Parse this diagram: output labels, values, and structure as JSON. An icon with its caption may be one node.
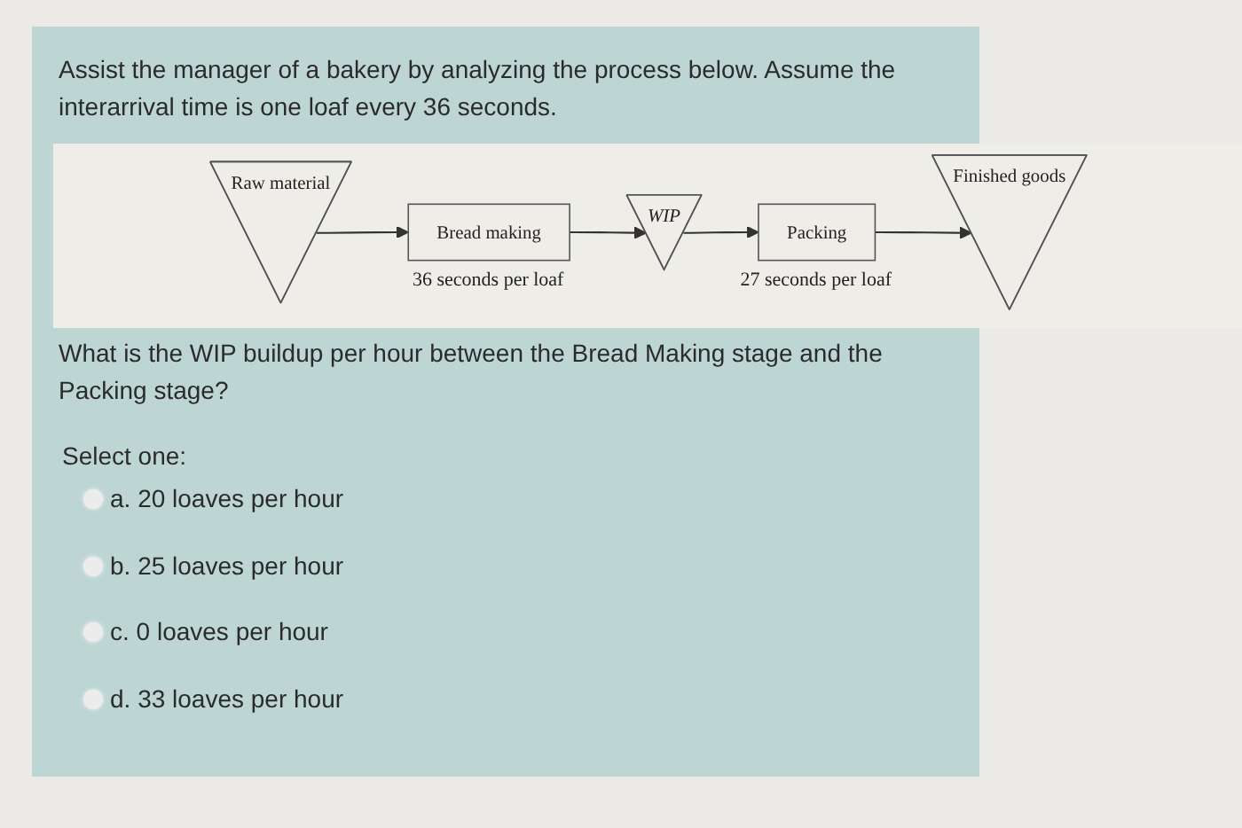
{
  "diagram": {
    "title": "Assist the manager of a bakery by analyzing the process below. Assume the interarrival time is one loaf every 36 seconds.",
    "nodes": [
      {
        "text": [
          "Raw material"
        ]
      },
      {
        "text": [
          "Bread making"
        ],
        "beside": [
          "36 seconds per loaf"
        ]
      },
      {
        "text": [
          "WIP"
        ]
      },
      {
        "text": [
          "Packing"
        ],
        "beside": [
          "27 seconds per loaf"
        ]
      },
      {
        "text": [
          "Finished goods"
        ]
      }
    ],
    "edges": [
      {
        "from": 0,
        "to": 1,
        "arrow": "to"
      },
      {
        "from": 1,
        "to": 2,
        "arrow": "to"
      },
      {
        "from": 2,
        "to": 3,
        "arrow": "to"
      },
      {
        "from": 3,
        "to": 4,
        "arrow": "to"
      }
    ],
    "labels": [
      "What is the WIP buildup per hour between the Bread Making stage and the Packing stage?",
      "Select one:",
      "a. 20 loaves per hour",
      "b. 25 loaves per hour",
      "c. 0 loaves per hour",
      "d. 33 loaves per hour"
    ]
  }
}
